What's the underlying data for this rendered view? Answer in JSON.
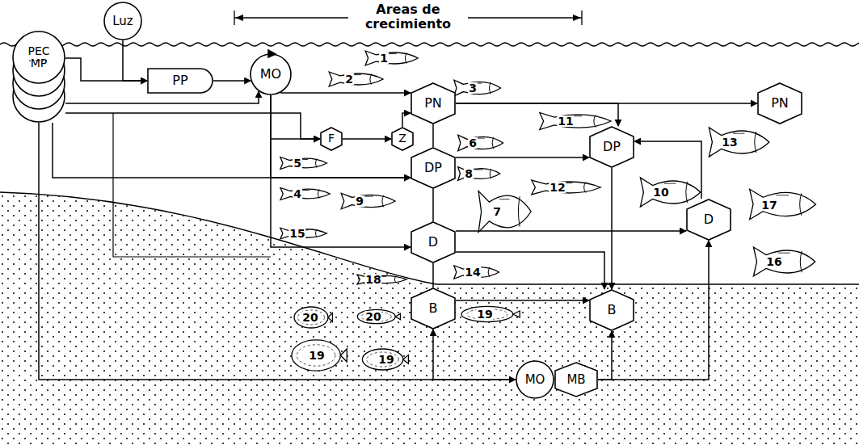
{
  "diagram": {
    "title": "Areas de crecimiento",
    "nodes": [
      {
        "text": [
          "Luz"
        ]
      },
      {
        "text": [
          "PEC MP"
        ]
      },
      {
        "text": [
          "PP"
        ]
      },
      {
        "text": [
          "MO"
        ]
      },
      {
        "text": [
          "F"
        ]
      },
      {
        "text": [
          "Z"
        ]
      },
      {
        "text": [
          "PN"
        ]
      },
      {
        "text": [
          "PN"
        ]
      },
      {
        "text": [
          "DP"
        ]
      },
      {
        "text": [
          "DP"
        ]
      },
      {
        "text": [
          "D"
        ]
      },
      {
        "text": [
          "D"
        ]
      },
      {
        "text": [
          "B"
        ]
      },
      {
        "text": [
          "B"
        ]
      },
      {
        "text": [
          "MO"
        ]
      },
      {
        "text": [
          "MB"
        ]
      }
    ],
    "edges": [
      {
        "from": 0,
        "to": 2,
        "arrow": "to"
      },
      {
        "from": 1,
        "to": 2,
        "arrow": "to"
      },
      {
        "from": 1,
        "to": 3,
        "arrow": "to"
      },
      {
        "from": 1,
        "to": 4,
        "arrow": "to"
      },
      {
        "from": 1,
        "to": 8,
        "arrow": "to"
      },
      {
        "from": 1,
        "to": 14,
        "arrow": "to"
      },
      {
        "from": 2,
        "to": 3,
        "arrow": "to"
      },
      {
        "from": 3,
        "to": 6,
        "arrow": "to"
      },
      {
        "from": 3,
        "to": 4,
        "arrow": "to"
      },
      {
        "from": 4,
        "to": 5,
        "arrow": "to"
      },
      {
        "from": 5,
        "to": 6,
        "arrow": "to"
      },
      {
        "from": 3,
        "to": 8,
        "arrow": "to"
      },
      {
        "from": 3,
        "to": 10,
        "arrow": "to"
      },
      {
        "from": 6,
        "to": 8,
        "arrow": "none"
      },
      {
        "from": 8,
        "to": 10,
        "arrow": "none"
      },
      {
        "from": 10,
        "to": 12,
        "arrow": "none"
      },
      {
        "from": 6,
        "to": 7,
        "arrow": "to"
      },
      {
        "from": 6,
        "to": 9,
        "arrow": "to"
      },
      {
        "from": 8,
        "to": 9,
        "arrow": "to"
      },
      {
        "from": 10,
        "to": 11,
        "arrow": "to"
      },
      {
        "from": 10,
        "to": 13,
        "arrow": "to"
      },
      {
        "from": 12,
        "to": 13,
        "arrow": "to"
      },
      {
        "from": 9,
        "to": 13,
        "arrow": "to"
      },
      {
        "from": 11,
        "to": 9,
        "arrow": "to"
      },
      {
        "from": 14,
        "to": 12,
        "arrow": "to"
      },
      {
        "from": 15,
        "to": 13,
        "arrow": "to"
      },
      {
        "from": 15,
        "to": 11,
        "arrow": "to"
      }
    ],
    "labels": [
      "1",
      "2",
      "3",
      "4",
      "5",
      "6",
      "7",
      "8",
      "9",
      "10",
      "11",
      "12",
      "13",
      "14",
      "15",
      "16",
      "17",
      "18",
      "20",
      "20",
      "19",
      "19",
      "19"
    ]
  }
}
